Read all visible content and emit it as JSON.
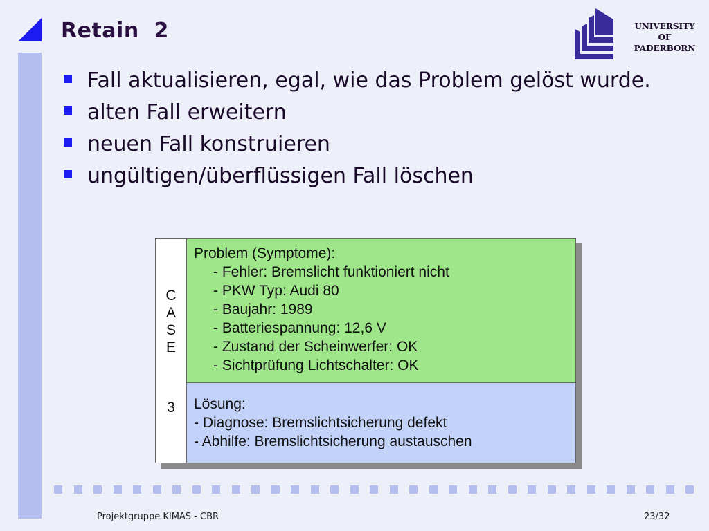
{
  "slide": {
    "title": "Retain  2"
  },
  "logo": {
    "line1": "UNIVERSITY",
    "line2": "OF",
    "line3": "PADERBORN"
  },
  "bullets": [
    "Fall aktualisieren, egal, wie das Problem gelöst wurde.",
    "alten Fall erweitern",
    "neuen Fall konstruieren",
    "ungültigen/überflüssigen Fall löschen"
  ],
  "case": {
    "label_letters": [
      "C",
      "A",
      "S",
      "E"
    ],
    "label_number": "3",
    "problem_heading": "Problem (Symptome):",
    "problem_items": [
      "- Fehler: Bremslicht funktioniert nicht",
      "- PKW Typ: Audi 80",
      "- Baujahr: 1989",
      "- Batteriespannung: 12,6 V",
      "- Zustand der Scheinwerfer: OK",
      "- Sichtprüfung Lichtschalter: OK"
    ],
    "solution_heading": "Lösung:",
    "solution_items": [
      "- Diagnose: Bremslichtsicherung defekt",
      "- Abhilfe: Bremslichtsicherung austauschen"
    ]
  },
  "footer": {
    "left": "Projektgruppe KIMAS - CBR",
    "page": "23/32"
  },
  "colors": {
    "accent_blue": "#1c1cf0",
    "sidebar": "#b4bff0",
    "problem_bg": "#9fe68a",
    "solution_bg": "#c2d2f8",
    "logo": "#3a2a9a"
  }
}
